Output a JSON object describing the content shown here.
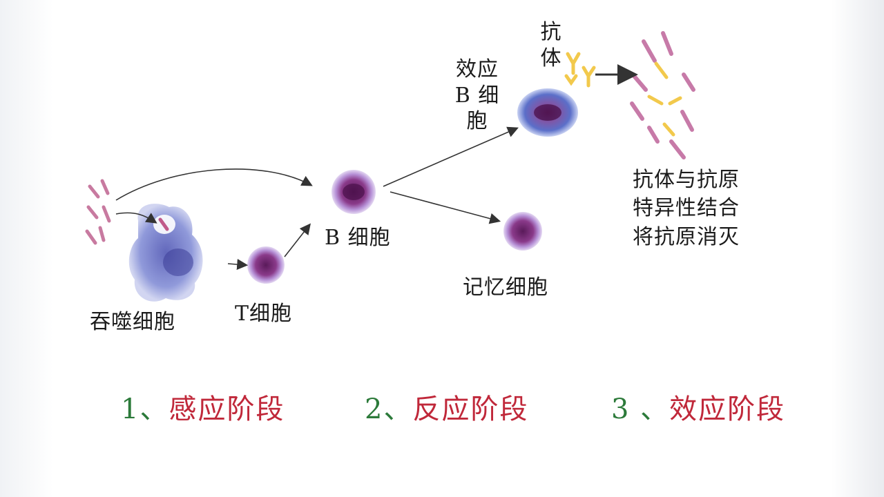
{
  "colors": {
    "number_green": "#2c7a3a",
    "stage_red": "#c0283a",
    "label_black": "#1b1b1b",
    "cell_purple": "#8a3a8a",
    "cell_halo": "#c8b4e6",
    "antibody_yellow": "#f2c94c"
  },
  "labels": {
    "phagocyte": "吞噬细胞",
    "t_cell": "T细胞",
    "b_cell": "B 细胞",
    "effector_b_line1": "效应",
    "effector_b_line2": "B 细",
    "effector_b_line3": "胞",
    "antibody_line1": "抗",
    "antibody_line2": "体",
    "memory_cell": "记忆细胞",
    "result_line1": "抗体与抗原",
    "result_line2": "特异性结合",
    "result_line3": "将抗原消灭"
  },
  "stages": [
    {
      "number": "1、",
      "name": "感应阶段"
    },
    {
      "number": "2、",
      "name": "反应阶段"
    },
    {
      "number": "3 、",
      "name": "效应阶段"
    }
  ]
}
